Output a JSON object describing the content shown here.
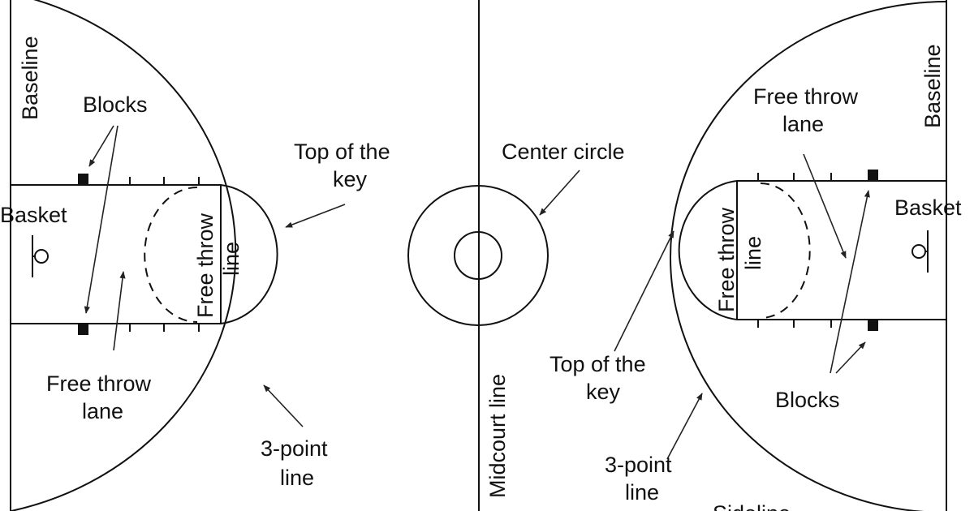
{
  "labels": {
    "baseline_left": "Baseline",
    "baseline_right": "Baseline",
    "blocks_left": "Blocks",
    "blocks_right": "Blocks",
    "basket_left": "Basket",
    "basket_right": "Basket",
    "ftlane_left_1": "Free throw",
    "ftlane_left_2": "lane",
    "ftlane_right_1": "Free throw",
    "ftlane_right_2": "lane",
    "ftline_left_1": "Free throw",
    "ftline_left_2": "line",
    "ftline_right_1": "Free throw",
    "ftline_right_2": "line",
    "topkey_left_1": "Top of the",
    "topkey_left_2": "key",
    "topkey_right_1": "Top of the",
    "topkey_right_2": "key",
    "center_circle": "Center circle",
    "three_left_1": "3-point",
    "three_left_2": "line",
    "three_right_1": "3-point",
    "three_right_2": "line",
    "midcourt": "Midcourt line",
    "sideline": "Sideline"
  }
}
